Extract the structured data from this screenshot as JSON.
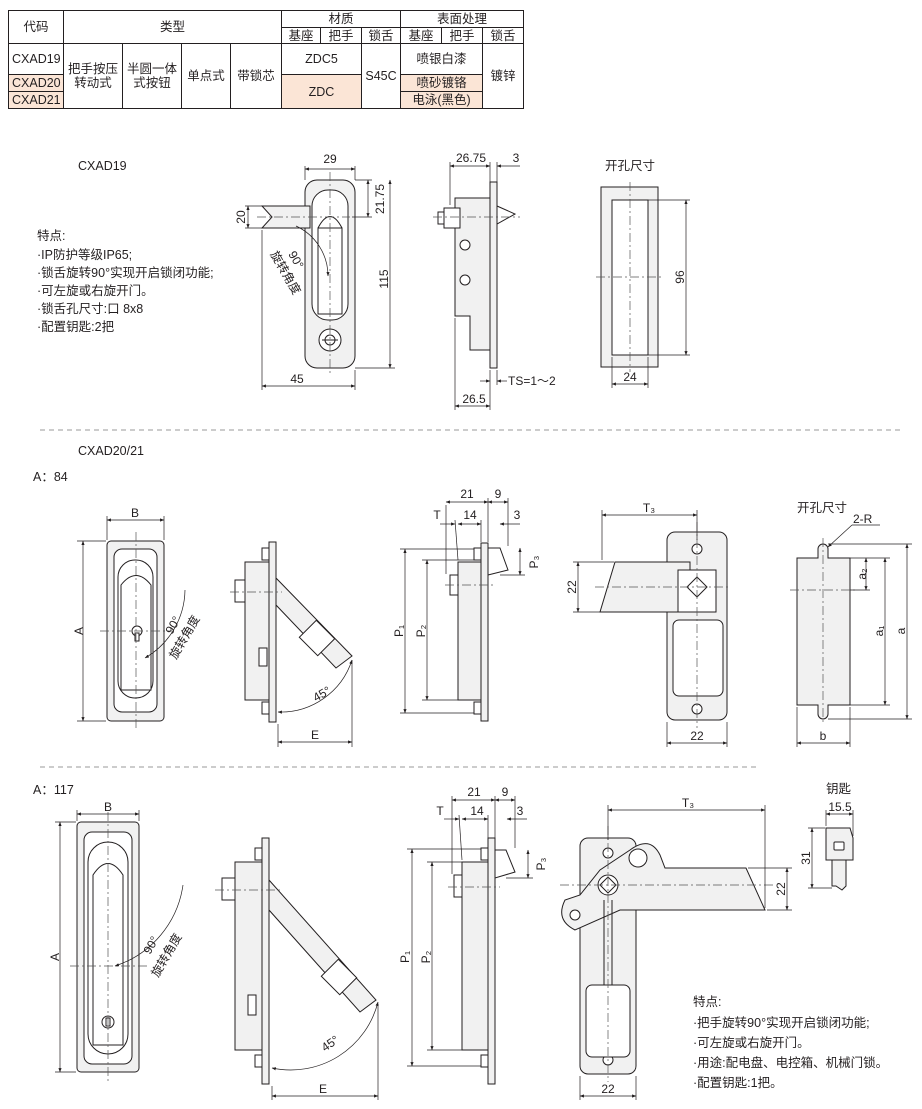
{
  "table": {
    "h_code": "代码",
    "h_type": "类型",
    "h_material": "材质",
    "h_surface": "表面处理",
    "h_base": "基座",
    "h_handle": "把手",
    "h_tongue": "锁舌",
    "codes": [
      "CXAD19",
      "CXAD20",
      "CXAD21"
    ],
    "type1": "把手按压\n转动式",
    "type2": "半圆一体\n式按钮",
    "type3": "单点式",
    "type4": "带锁芯",
    "mat_base_19": "ZDC5",
    "mat_base_2021": "ZDC",
    "mat_tongue": "S45C",
    "surf_base_19": "喷银白漆",
    "surf_base_20": "喷砂镀铬",
    "surf_base_21": "电泳(黑色)",
    "surf_tongue": "镀锌"
  },
  "sec1": {
    "title": "CXAD19",
    "features_title": "特点:",
    "features": [
      "·IP防护等级IP65;",
      "·锁舌旋转90°实现开启锁闭功能;",
      "·可左旋或右旋开门。",
      "·锁舌孔尺寸:口 8x8",
      "·配置钥匙:2把"
    ],
    "dims": {
      "d29": "29",
      "d20": "20",
      "d2175": "21.75",
      "d115": "115",
      "d45": "45",
      "angle": "90°",
      "rot": "旋转角度",
      "d2675": "26.75",
      "d3": "3",
      "ts": "TS=1～2",
      "d265": "26.5",
      "cutout": "开孔尺寸",
      "d96": "96",
      "d24": "24"
    }
  },
  "sec2": {
    "title": "CXAD20/21",
    "a84": "A：84",
    "a117": "A：117",
    "labels": {
      "B": "B",
      "A": "A",
      "E": "E",
      "angle90": "90°",
      "rot": "旋转角度",
      "angle45": "45°",
      "d21": "21",
      "d9": "9",
      "T": "T",
      "d14": "14",
      "d3": "3",
      "P1": "P₁",
      "P2": "P₂",
      "P3": "P₃",
      "T3": "T₃",
      "d22": "22",
      "cutout": "开孔尺寸",
      "R": "2-R",
      "a1": "a₁",
      "a2": "a₂",
      "a": "a",
      "b": "b",
      "key": "钥匙",
      "k155": "15.5",
      "k31": "31"
    },
    "features_title": "特点:",
    "features": [
      "·把手旋转90°实现开启锁闭功能;",
      "·可左旋或右旋开门。",
      "·用途:配电盘、电控箱、机械门锁。",
      "·配置钥匙:1把。"
    ]
  }
}
